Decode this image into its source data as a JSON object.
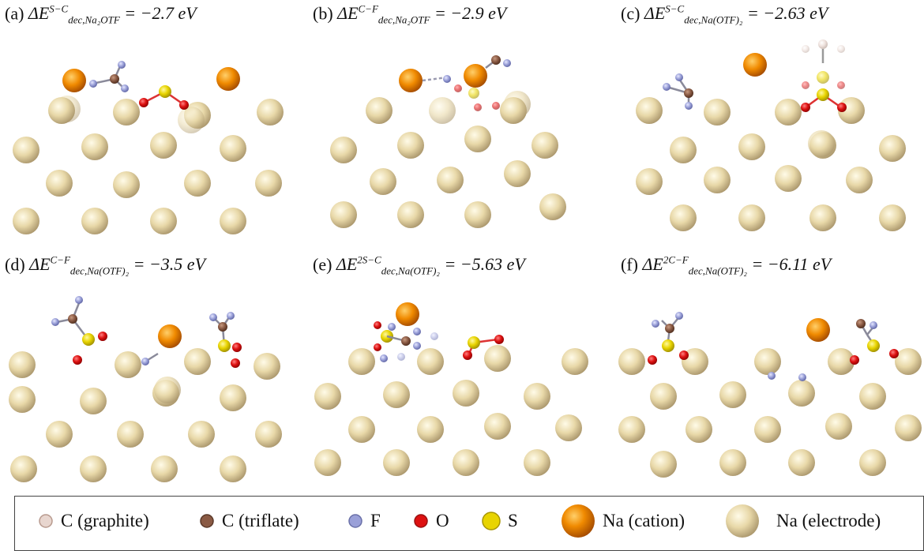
{
  "panels": [
    {
      "id": "a",
      "tag": "(a)",
      "delta": "ΔE",
      "sub": "dec,Na₂OTF",
      "sup": "S−C",
      "value": "= −2.7 eV"
    },
    {
      "id": "b",
      "tag": "(b)",
      "delta": "ΔE",
      "sub": "dec,Na₂OTF",
      "sup": "C−F",
      "value": "= −2.9 eV"
    },
    {
      "id": "c",
      "tag": "(c)",
      "delta": "ΔE",
      "sub": "dec,Na(OTF)₂",
      "sup": "S−C",
      "value": "= −2.63 eV"
    },
    {
      "id": "d",
      "tag": "(d)",
      "delta": "ΔE",
      "sub": "dec,Na(OTF)₂",
      "sup": "C−F",
      "value": "= −3.5 eV"
    },
    {
      "id": "e",
      "tag": "(e)",
      "delta": "ΔE",
      "sub": "dec,Na(OTF)₂",
      "sup": "2S−C",
      "value": "= −5.63 eV"
    },
    {
      "id": "f",
      "tag": "(f)",
      "delta": "ΔE",
      "sub": "dec,Na(OTF)₂",
      "sup": "2C−F",
      "value": "= −6.11 eV"
    }
  ],
  "legend": [
    {
      "label": "C (graphite)",
      "color": "#e8d6cf"
    },
    {
      "label": "C (triflate)",
      "color": "#8a5a44"
    },
    {
      "label": "F",
      "color": "#9aa0d8"
    },
    {
      "label": "O",
      "color": "#dd1111"
    },
    {
      "label": "S",
      "color": "#e8d400"
    },
    {
      "label": "Na (cation)",
      "color": "#e07800"
    },
    {
      "label": "Na (electrode)",
      "color": "#e9dbb0"
    }
  ]
}
